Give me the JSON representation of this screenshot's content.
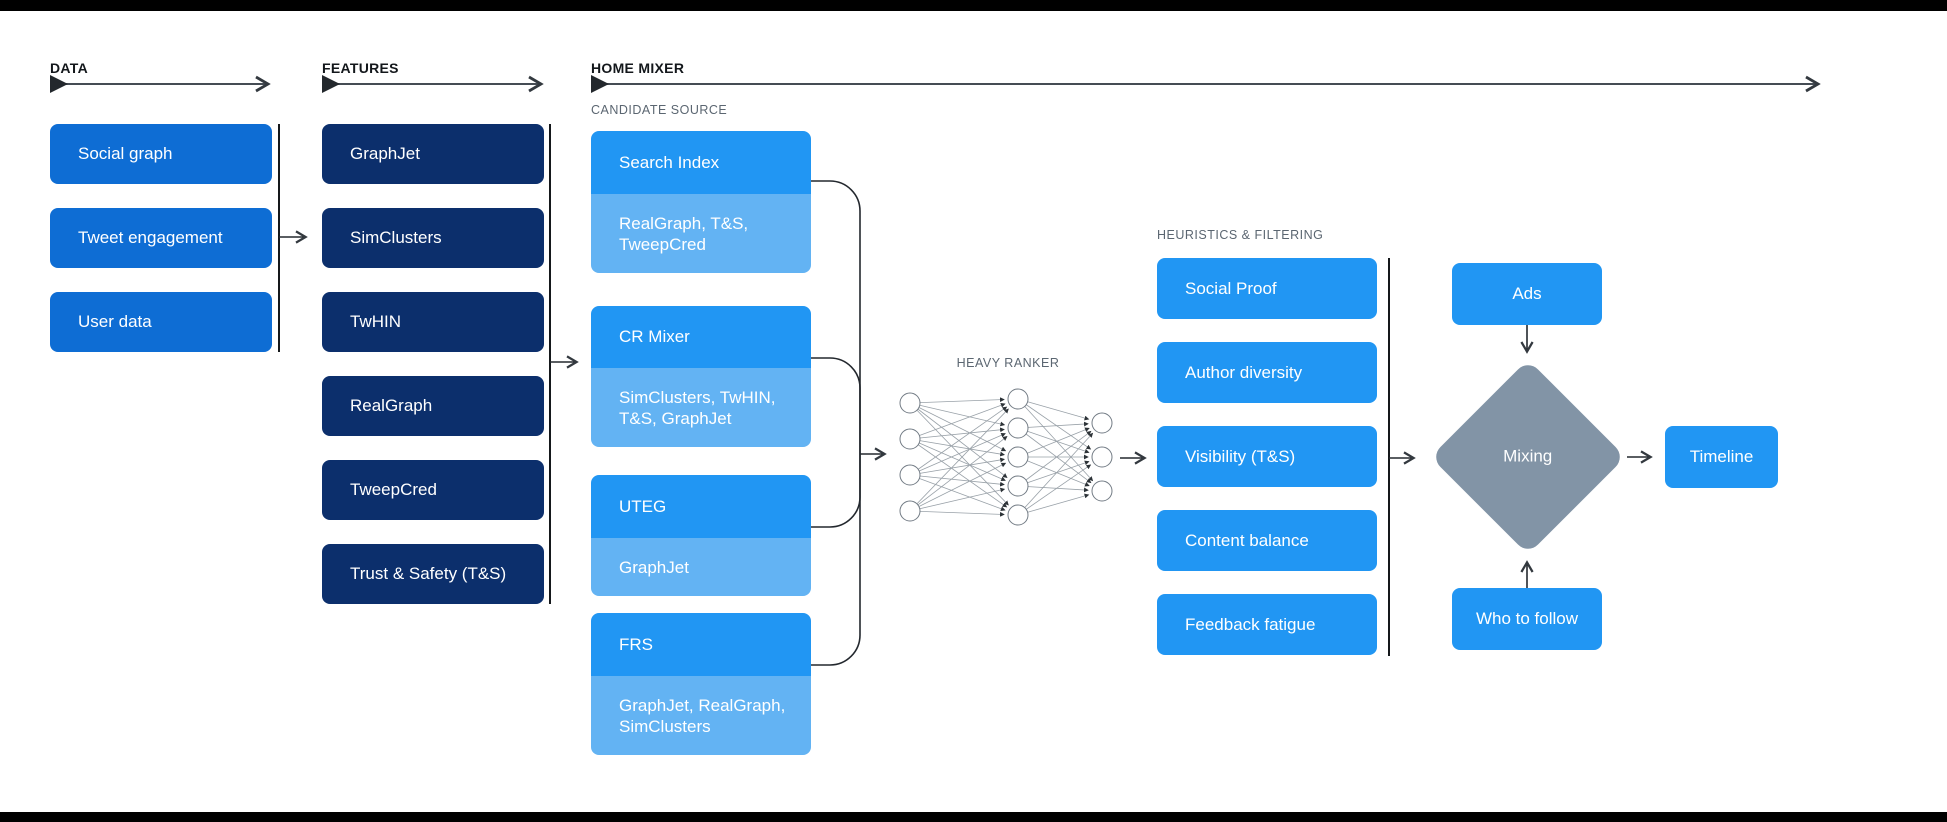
{
  "colors": {
    "data_box_blue": "#0e6dd4",
    "feature_box_navy": "#0c2f6c",
    "primary_bright_blue": "#2196f3",
    "sub_box_light_blue": "#63b3f3",
    "mixing_diamond_gray": "#8294a6",
    "frame_bar_black": "#000000",
    "label_gray": "#5b6671",
    "heading_dark": "#13171b"
  },
  "sections": {
    "data": {
      "title": "DATA",
      "items": [
        "Social graph",
        "Tweet engagement",
        "User data"
      ]
    },
    "features": {
      "title": "FEATURES",
      "items": [
        "GraphJet",
        "SimClusters",
        "TwHIN",
        "RealGraph",
        "TweepCred",
        "Trust & Safety (T&S)"
      ]
    },
    "home_mixer": {
      "title": "HOME MIXER",
      "candidate_source": {
        "label": "CANDIDATE SOURCE",
        "sources": [
          {
            "name": "Search Index",
            "features": "RealGraph, T&S,\nTweepCred"
          },
          {
            "name": "CR Mixer",
            "features": "SimClusters, TwHIN,\nT&S, GraphJet"
          },
          {
            "name": "UTEG",
            "features": "GraphJet"
          },
          {
            "name": "FRS",
            "features": "GraphJet, RealGraph,\nSimClusters"
          }
        ]
      },
      "heavy_ranker": {
        "label": "HEAVY RANKER",
        "layers": [
          4,
          5,
          3
        ]
      },
      "heuristics": {
        "label": "HEURISTICS & FILTERING",
        "items": [
          "Social Proof",
          "Author diversity",
          "Visibility (T&S)",
          "Content balance",
          "Feedback fatigue"
        ]
      },
      "mixing": {
        "diamond_label": "Mixing",
        "top_input": "Ads",
        "bottom_input": "Who to follow",
        "output": "Timeline"
      }
    }
  }
}
